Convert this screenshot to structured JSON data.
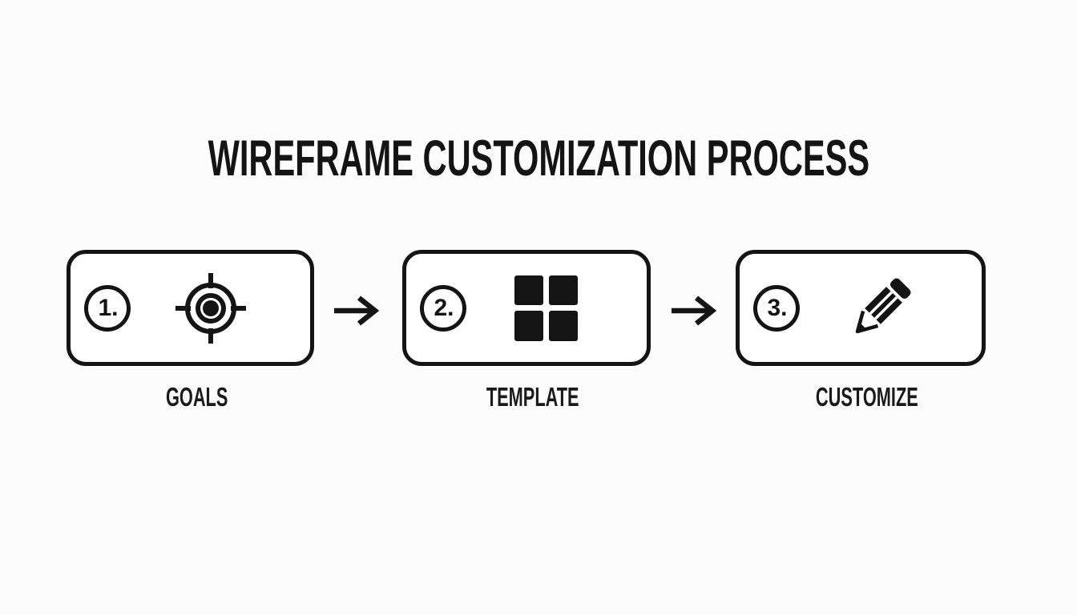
{
  "title": "WIREFRAME CUSTOMIZATION PROCESS",
  "steps": [
    {
      "number": "1.",
      "label": "GOALS",
      "icon": "target-icon"
    },
    {
      "number": "2.",
      "label": "TEMPLATE",
      "icon": "grid-icon"
    },
    {
      "number": "3.",
      "label": "CUSTOMIZE",
      "icon": "pencil-icon"
    }
  ],
  "arrows": {
    "count": 2,
    "glyph": "→"
  },
  "colors": {
    "ink": "#141414",
    "background": "#fcfcfc",
    "box_background": "#ffffff"
  }
}
